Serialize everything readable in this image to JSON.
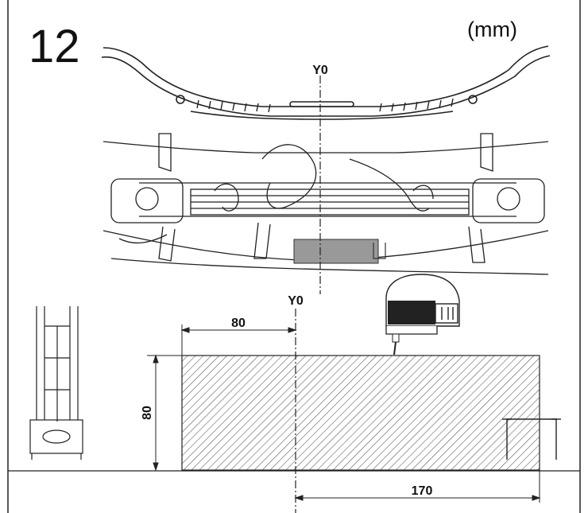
{
  "step_number": "12",
  "unit_label": "(mm)",
  "labels": {
    "axis_top": "Y0",
    "axis_bottom": "Y0"
  },
  "dimensions": {
    "left_offset": "80",
    "height": "80",
    "right_offset": "170"
  }
}
